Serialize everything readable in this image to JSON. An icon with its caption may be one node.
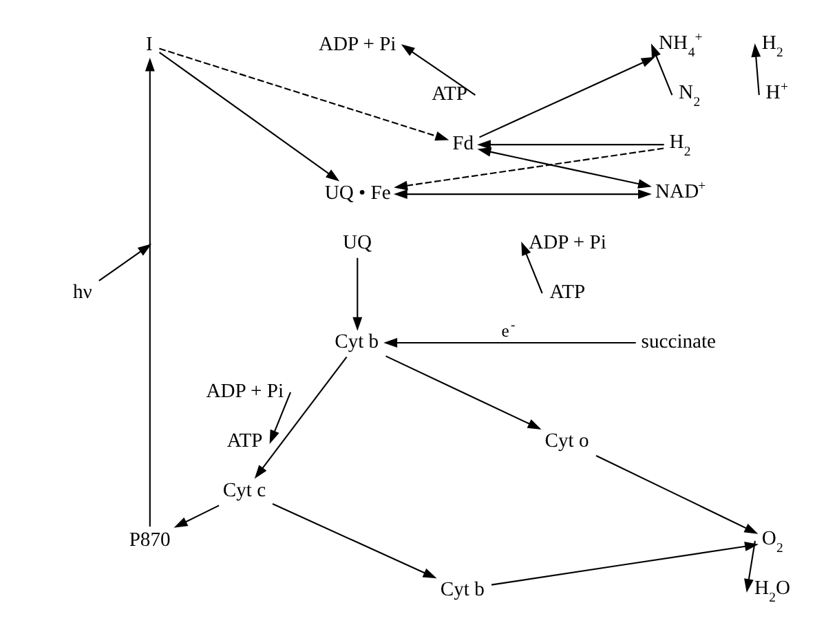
{
  "diagram": {
    "nodes": [
      {
        "text": [
          "I"
        ]
      },
      {
        "text": [
          "ADP + Pi"
        ]
      },
      {
        "text": [
          "ATP"
        ]
      },
      {
        "text": [
          "NH$_{4}$$^{+}$"
        ]
      },
      {
        "text": [
          "N$_{2}$"
        ]
      },
      {
        "text": [
          "H$_{2}$"
        ]
      },
      {
        "text": [
          "H$^{+}$"
        ]
      },
      {
        "text": [
          "Fd"
        ]
      },
      {
        "text": [
          "H$_{2}$"
        ]
      },
      {
        "text": [
          "NAD$^{+}$"
        ]
      },
      {
        "text": [
          "UQ • Fe"
        ]
      },
      {
        "text": [
          "UQ"
        ]
      },
      {
        "text": [
          "ADP + Pi"
        ]
      },
      {
        "text": [
          "ATP"
        ]
      },
      {
        "text": [
          "hν"
        ]
      },
      {
        "text": [
          "Cyt b"
        ]
      },
      {
        "text": [
          "succinate"
        ]
      },
      {
        "text": [
          "ADP + Pi"
        ]
      },
      {
        "text": [
          "ATP"
        ]
      },
      {
        "text": [
          "Cyt c"
        ]
      },
      {
        "text": [
          "Cyt o"
        ]
      },
      {
        "text": [
          "P870"
        ]
      },
      {
        "text": [
          "Cyt b"
        ]
      },
      {
        "text": [
          "O$_{2}$"
        ]
      },
      {
        "text": [
          "H$_{2}$O"
        ]
      }
    ],
    "edges": [
      {
        "from": 0,
        "to": 10,
        "arrow": "to"
      },
      {
        "from": 0,
        "to": 7,
        "arrow": "to",
        "style": "dashed"
      },
      {
        "from": 2,
        "to": 1,
        "arrow": "to"
      },
      {
        "from": 7,
        "to": 3,
        "arrow": "to"
      },
      {
        "from": 4,
        "to": 3,
        "arrow": "to"
      },
      {
        "from": 6,
        "to": 5,
        "arrow": "to"
      },
      {
        "from": 8,
        "to": 7,
        "arrow": "to"
      },
      {
        "from": 8,
        "to": 10,
        "arrow": "to",
        "style": "dashed"
      },
      {
        "from": 7,
        "to": 9,
        "arrow": "both"
      },
      {
        "from": 9,
        "to": 10,
        "arrow": "both"
      },
      {
        "from": 13,
        "to": 12,
        "arrow": "to"
      },
      {
        "from": 11,
        "to": 15,
        "arrow": "to"
      },
      {
        "from": 14,
        "to": null,
        "arrow": "to"
      },
      {
        "from": 16,
        "to": 15,
        "arrow": "to",
        "label": "e$^{-}$"
      },
      {
        "from": 17,
        "to": 18,
        "arrow": "to"
      },
      {
        "from": 15,
        "to": 19,
        "arrow": "to"
      },
      {
        "from": 15,
        "to": 20,
        "arrow": "to"
      },
      {
        "from": 21,
        "to": 0,
        "arrow": "to"
      },
      {
        "from": 19,
        "to": 21,
        "arrow": "to"
      },
      {
        "from": 19,
        "to": 22,
        "arrow": "to"
      },
      {
        "from": 20,
        "to": 23,
        "arrow": "to"
      },
      {
        "from": 22,
        "to": 23,
        "arrow": "to"
      },
      {
        "from": 23,
        "to": 24,
        "arrow": "to"
      }
    ]
  }
}
